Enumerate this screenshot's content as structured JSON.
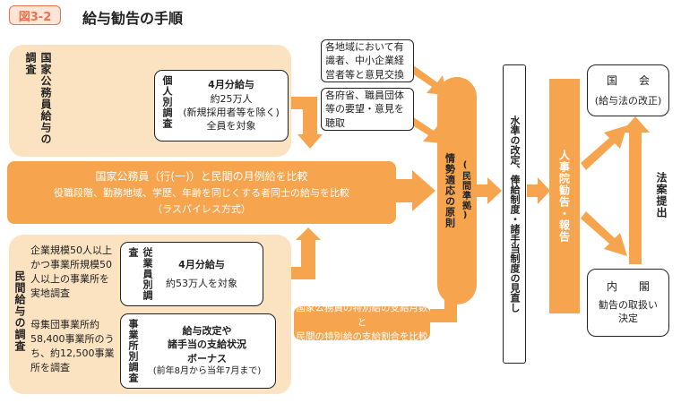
{
  "header": {
    "figure_no": "図3-2",
    "title": "給与勧告の手順"
  },
  "public": {
    "section_label": "国家公務員給与の調査",
    "survey_label": "個人別調査",
    "lines": [
      "4月分給与",
      "約25万人",
      "(新規採用者等を除く)",
      "全員を対象"
    ]
  },
  "private": {
    "section_label": "民間給与の調査",
    "desc1": "企業規模50人以上かつ事業所規模50人以上の事業所を実地調査",
    "desc2": "母集団事業所約58,400事業所のうち、約12,500事業所を調査",
    "emp_label": "従業員別調査",
    "emp_lines": [
      "4月分給与",
      "約53万人を対象"
    ],
    "est_label": "事業所別調査",
    "est_lines": [
      "給与改定や",
      "諸手当の支給状況",
      "ボーナス",
      "(前年8月から当年7月まで)"
    ]
  },
  "compare": {
    "line1": "国家公務員（行(一)）と民間の月例給を比較",
    "line2": "役職段階、勤務地域、学歴、年齢を同じくする者同士の給与を比較",
    "line3": "（ラスパイレス方式）"
  },
  "bonus_compare": {
    "line1": "国家公務員の特別給の支給月数と",
    "line2": "民間の特別給の支給割合を比較"
  },
  "opinions": {
    "box1": [
      "各地域において有",
      "識者、中小企業経",
      "営者等と意見交換"
    ],
    "box2": [
      "各府省、職員団体",
      "等の要望・意見を",
      "聴取"
    ]
  },
  "principle": {
    "main": "情勢適応の原則",
    "sub": "(民間準拠)"
  },
  "review": {
    "text": "水準の改定、俸給制度・諸手当制度の見直し"
  },
  "recommendation": {
    "text": "人事院勧告・報告"
  },
  "outputs": {
    "diet_title": "国　　会",
    "diet_sub": "(給与法の改正)",
    "cabinet_title": "内　　閣",
    "cabinet_sub": [
      "勧告の取扱い",
      "決定"
    ],
    "bill_label": "法案提出"
  },
  "colors": {
    "orange": "#f7a44f",
    "peach": "#fbe3c2",
    "title_red": "#e8734a",
    "badge_bg": "#fde6d8"
  }
}
